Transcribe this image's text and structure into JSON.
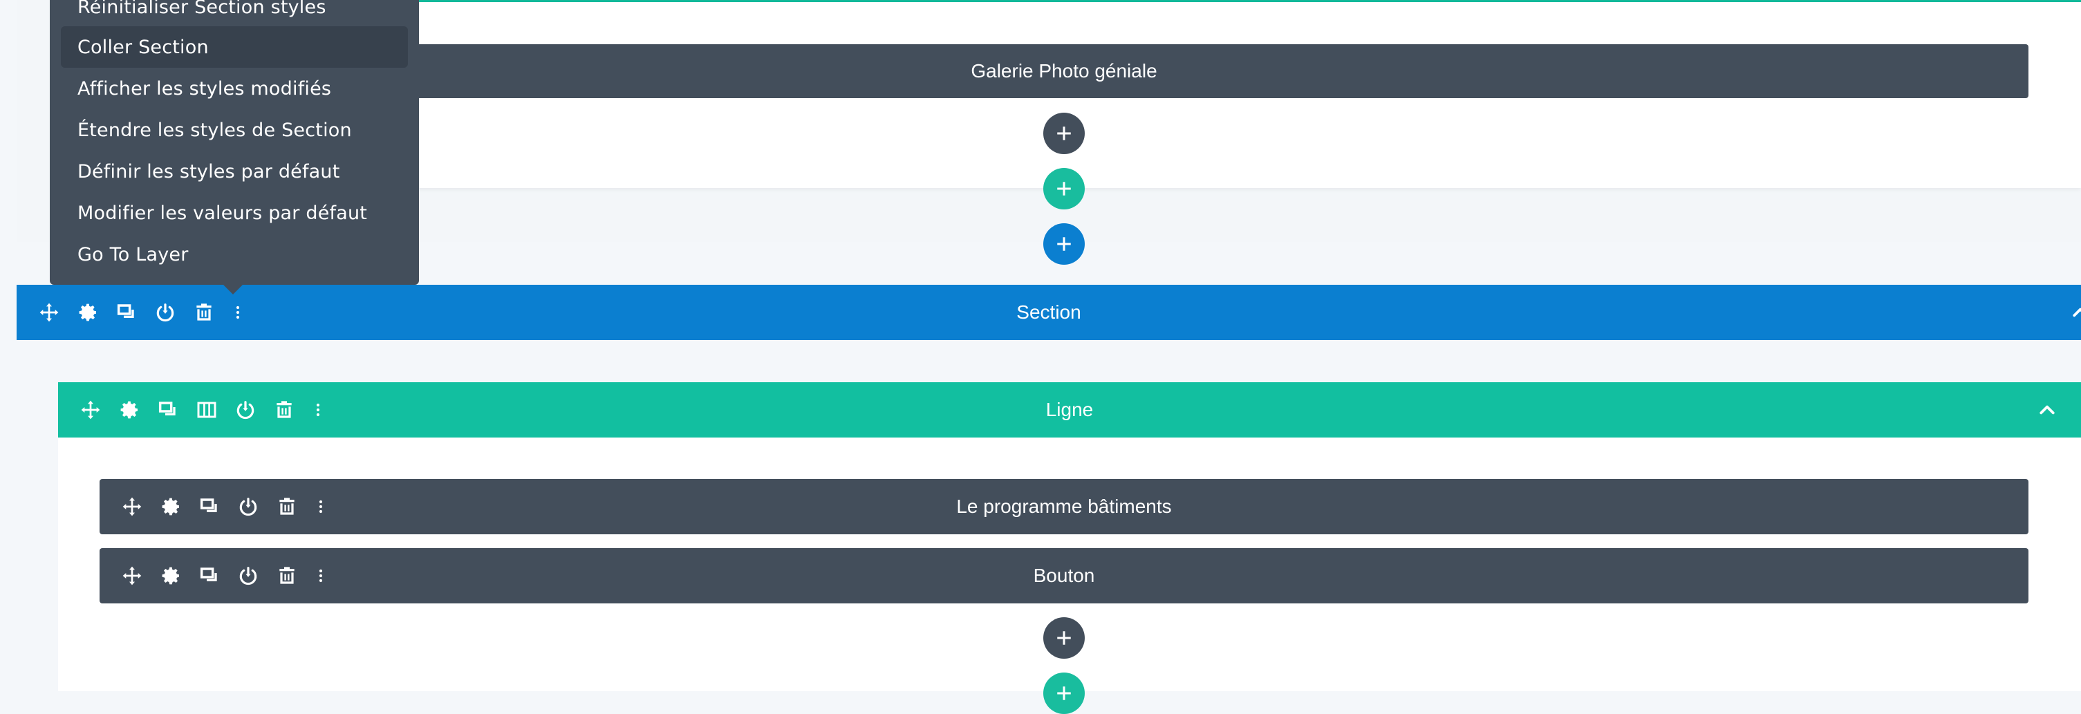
{
  "context_menu": {
    "items": [
      {
        "label": "Réinitialiser Section styles"
      },
      {
        "label": "Coller Section",
        "active": true
      },
      {
        "label": "Afficher les styles modifiés"
      },
      {
        "label": "Étendre les styles de Section"
      },
      {
        "label": "Définir les styles par défaut"
      },
      {
        "label": "Modifier les valeurs par défaut"
      },
      {
        "label": "Go To Layer"
      }
    ]
  },
  "prev_section": {
    "module_label": "Galerie Photo géniale"
  },
  "section": {
    "label": "Section"
  },
  "row": {
    "label": "Ligne"
  },
  "modules": [
    {
      "label": "Le programme bâtiments"
    },
    {
      "label": "Bouton"
    }
  ],
  "colors": {
    "section_blue": "#0b7fd0",
    "row_green": "#12bfa0",
    "module_dark": "#434e5b",
    "menu_dark": "#434e5b",
    "canvas": "#f4f7fa"
  },
  "icons": {
    "move": "move-icon",
    "settings": "gear-icon",
    "duplicate": "duplicate-icon",
    "columns": "columns-icon",
    "power": "power-icon",
    "delete": "trash-icon",
    "more": "more-vertical-icon",
    "add": "plus-icon",
    "collapse": "chevron-up-icon"
  }
}
